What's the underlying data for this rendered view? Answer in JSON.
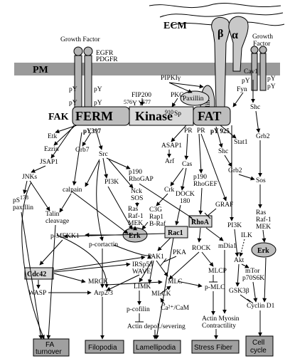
{
  "colors": {
    "membrane": "#9a9a9a",
    "receptor": "#b4b4b4",
    "fak_body": "#bdbdbd",
    "integrin": "#c8c8c8",
    "output_box": "#a0a0a0",
    "node_fill": "#d6d6d6"
  },
  "header": {
    "ecm": "ECM",
    "pm": "PM",
    "alpha": "α",
    "beta": "β"
  },
  "receptors": {
    "gf_left": "Growth Factor",
    "egfr": "EGFR",
    "pdgfr": "PDGFR",
    "gf_right_1": "Growth",
    "gf_right_2": "Factor",
    "py": "pY",
    "cav1": "Cav1",
    "fyn": "Fyn"
  },
  "fak": {
    "fak_label": "FAK",
    "ferm": "FERM",
    "kinase": "Kinase",
    "fat": "FAT",
    "py397": "pY397",
    "py925": "pY 925",
    "y576": "576",
    "y577": "577",
    "yy": "Y Y",
    "s910": "910",
    "sp": "Sp"
  },
  "adhesion": {
    "talin": "Talin",
    "paxillin": "Paxillin",
    "pipki": "PIPKIγ",
    "pkc": "PKC",
    "fip200": "FIP200"
  },
  "nodes": {
    "etk": "Etk",
    "ezrin": "Ezrin",
    "jsap1": "JSAP1",
    "jnks": "JNKs",
    "ps178": "pS",
    "ps178_sup": "178",
    "paxillin2": "paxillin",
    "calpain": "calpain",
    "talin_cleavage_1": "Talin",
    "talin_cleavage_2": "cleavage",
    "pmekk1": "p-MEKK1",
    "pcortactin": "p-cortactin",
    "grb7": "Grb7",
    "src": "Src",
    "pi3k_left": "PI3K",
    "p190rhogap_1": "p190",
    "p190rhogap_2": "RhoGAP",
    "nck_1": "Nck",
    "nck_2": "SOS",
    "ras_1": "Ras",
    "ras_2": "Raf-1",
    "ras_3": "MEK",
    "erk": "Erk",
    "pr_1": "PR",
    "pr_2": "PR",
    "asap1": "ASAP1",
    "arf": "Arf",
    "cas": "Cas",
    "crk": "Crk",
    "dock_1": "DOCK",
    "dock_2": "180",
    "c3g_1": "C3G",
    "c3g_2": "Rap1",
    "c3g_3": "B-Raf",
    "p190rhogef_1": "p190",
    "p190rhogef_2": "RhoGEF",
    "rhoa": "RhoA",
    "rac1": "Rac1",
    "graf": "GRAF",
    "cdc42": "Cdc42",
    "irsp53_1": "IRSp53",
    "irsp53_2": "WAVE",
    "pak1": "PAK1",
    "pka": "PKA",
    "wasp": "WASP",
    "mrck": "MRCK",
    "arp23": "Arp2/3",
    "limk": "LIMK",
    "mlc": "MLC",
    "mlck": "MLCK",
    "pcofilin": "p-cofilin",
    "ca_cam": "Ca²⁺/CaM",
    "actin_depol": "Actin depol./severing",
    "rock": "ROCK",
    "mlcp": "MLCP",
    "pmlc": "p-MLC",
    "mdia1": "mDia1",
    "actomyosin_1": "Actin Myosin",
    "actomyosin_2": "Contractility",
    "stat1": "Stat1",
    "shc_1": "Shc",
    "shc_2": "Shc",
    "grb2_1": "Grb2",
    "grb2_2": "Grb2",
    "sos": "Sos",
    "ras_r_1": "Ras",
    "ras_r_2": "Raf-1",
    "ras_r_3": "MEK",
    "pi3k_right": "PI3K",
    "ilk": "ILK",
    "akt": "Akt",
    "erk_right": "Erk",
    "gsk3b": "GSK3β",
    "mtor_1": "mTor",
    "mtor_2": "p70S6K",
    "cyclin_d1": "Cyclin D1"
  },
  "outputs": {
    "fa_turnover_1": "FA",
    "fa_turnover_2": "turnover",
    "filopodia": "Filopodia",
    "lamellipodia": "Lamellipodia",
    "stress_fiber": "Stress Fiber",
    "cell_cycle_1": "Cell",
    "cell_cycle_2": "cycle"
  }
}
